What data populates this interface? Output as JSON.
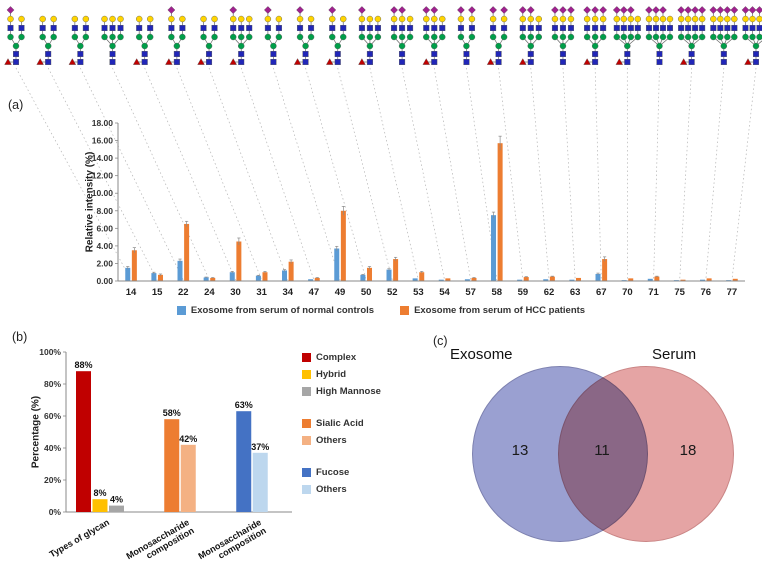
{
  "panel_labels": {
    "a": "(a)",
    "b": "(b)",
    "c": "(c)"
  },
  "glycans": {
    "colors": {
      "mannose": "#009e49",
      "galactose": "#ffd400",
      "glcnac": "#2126b8",
      "sialic_acid": "#a0218f",
      "fucose": "#c00000"
    },
    "structures": [
      {
        "antennae": 2,
        "sialic": 1,
        "fucose": 1
      },
      {
        "antennae": 2,
        "sialic": 0,
        "fucose": 1
      },
      {
        "antennae": 2,
        "sialic": 0,
        "fucose": 1
      },
      {
        "antennae": 3,
        "sialic": 0,
        "fucose": 0
      },
      {
        "antennae": 2,
        "sialic": 0,
        "fucose": 1
      },
      {
        "antennae": 2,
        "sialic": 1,
        "fucose": 1
      },
      {
        "antennae": 2,
        "sialic": 0,
        "fucose": 1
      },
      {
        "antennae": 3,
        "sialic": 1,
        "fucose": 1
      },
      {
        "antennae": 2,
        "sialic": 1,
        "fucose": 0
      },
      {
        "antennae": 2,
        "sialic": 1,
        "fucose": 1
      },
      {
        "antennae": 2,
        "sialic": 1,
        "fucose": 1
      },
      {
        "antennae": 3,
        "sialic": 1,
        "fucose": 1
      },
      {
        "antennae": 3,
        "sialic": 2,
        "fucose": 0
      },
      {
        "antennae": 3,
        "sialic": 2,
        "fucose": 1
      },
      {
        "antennae": 2,
        "sialic": 2,
        "fucose": 0
      },
      {
        "antennae": 2,
        "sialic": 2,
        "fucose": 1
      },
      {
        "antennae": 3,
        "sialic": 2,
        "fucose": 1
      },
      {
        "antennae": 3,
        "sialic": 3,
        "fucose": 0
      },
      {
        "antennae": 3,
        "sialic": 3,
        "fucose": 1
      },
      {
        "antennae": 4,
        "sialic": 3,
        "fucose": 1
      },
      {
        "antennae": 4,
        "sialic": 3,
        "fucose": 0
      },
      {
        "antennae": 4,
        "sialic": 4,
        "fucose": 1
      },
      {
        "antennae": 4,
        "sialic": 4,
        "fucose": 0
      },
      {
        "antennae": 4,
        "sialic": 4,
        "fucose": 1
      }
    ]
  },
  "chart_data": [
    {
      "id": "panel_a",
      "type": "bar",
      "title": "",
      "xlabel": "",
      "ylabel": "Relative intensity (%)",
      "ylim": [
        0,
        18
      ],
      "ytick_step": 2,
      "ytick_labels": [
        "0.00",
        "2.00",
        "4.00",
        "6.00",
        "8.00",
        "10.00",
        "12.00",
        "14.00",
        "16.00",
        "18.00"
      ],
      "grid": false,
      "legend_position": "bottom",
      "categories": [
        "14",
        "15",
        "22",
        "24",
        "30",
        "31",
        "34",
        "47",
        "49",
        "50",
        "52",
        "53",
        "54",
        "57",
        "58",
        "59",
        "62",
        "63",
        "67",
        "70",
        "71",
        "75",
        "76",
        "77"
      ],
      "series": [
        {
          "name": "Exosome from serum of normal controls",
          "color": "#5b9bd5",
          "values": [
            1.5,
            0.9,
            2.3,
            0.4,
            1.0,
            0.6,
            1.2,
            0.2,
            3.7,
            0.7,
            1.3,
            0.3,
            0.15,
            0.2,
            7.5,
            0.15,
            0.2,
            0.15,
            0.8,
            0.1,
            0.25,
            0.1,
            0.15,
            0.1
          ],
          "errors": [
            0.15,
            0.1,
            0.2,
            0.05,
            0.1,
            0.05,
            0.1,
            0,
            0.25,
            0.05,
            0.1,
            0,
            0,
            0,
            0.35,
            0,
            0,
            0,
            0.1,
            0,
            0,
            0,
            0,
            0
          ]
        },
        {
          "name": "Exosome from serum of HCC patients",
          "color": "#ed7d31",
          "values": [
            3.5,
            0.7,
            6.5,
            0.35,
            4.5,
            1.0,
            2.2,
            0.35,
            8.0,
            1.5,
            2.5,
            1.0,
            0.3,
            0.35,
            15.7,
            0.45,
            0.5,
            0.35,
            2.5,
            0.3,
            0.5,
            0.15,
            0.3,
            0.25
          ],
          "errors": [
            0.3,
            0.1,
            0.3,
            0.05,
            0.4,
            0.1,
            0.2,
            0.05,
            0.5,
            0.15,
            0.2,
            0.1,
            0,
            0.05,
            0.8,
            0.05,
            0.05,
            0,
            0.25,
            0,
            0.05,
            0,
            0,
            0
          ]
        }
      ]
    },
    {
      "id": "panel_b",
      "type": "bar",
      "title": "",
      "xlabel": "",
      "ylabel": "Percentage (%)",
      "ylim": [
        0,
        100
      ],
      "ytick_step": 20,
      "ytick_labels": [
        "0%",
        "20%",
        "40%",
        "60%",
        "80%",
        "100%"
      ],
      "grid": false,
      "legend_position": "right",
      "groups": [
        {
          "label": "Types of glycan",
          "bars": [
            {
              "name": "Complex",
              "value": 88,
              "label": "88%",
              "color": "#c00000"
            },
            {
              "name": "Hybrid",
              "value": 8,
              "label": "8%",
              "color": "#ffc000"
            },
            {
              "name": "High Mannose",
              "value": 4,
              "label": "4%",
              "color": "#a6a6a6"
            }
          ]
        },
        {
          "label": "Monosaccharide\ncomposition",
          "bars": [
            {
              "name": "Sialic Acid",
              "value": 58,
              "label": "58%",
              "color": "#ed7d31"
            },
            {
              "name": "Others",
              "value": 42,
              "label": "42%",
              "color": "#f4b183"
            }
          ]
        },
        {
          "label": "Monosaccharide\ncomposition",
          "bars": [
            {
              "name": "Fucose",
              "value": 63,
              "label": "63%",
              "color": "#4472c4"
            },
            {
              "name": "Others",
              "value": 37,
              "label": "37%",
              "color": "#bdd7ee"
            }
          ]
        }
      ],
      "legend": [
        {
          "items": [
            {
              "label": "Complex",
              "color": "#c00000"
            },
            {
              "label": "Hybrid",
              "color": "#ffc000"
            },
            {
              "label": "High Mannose",
              "color": "#a6a6a6"
            }
          ]
        },
        {
          "items": [
            {
              "label": "Sialic Acid",
              "color": "#ed7d31"
            },
            {
              "label": "Others",
              "color": "#f4b183"
            }
          ]
        },
        {
          "items": [
            {
              "label": "Fucose",
              "color": "#4472c4"
            },
            {
              "label": "Others",
              "color": "#bdd7ee"
            }
          ]
        }
      ]
    },
    {
      "id": "panel_c",
      "type": "venn",
      "sets": [
        {
          "label": "Exosome",
          "value": "13",
          "color": "#8f96cc"
        },
        {
          "label": "Serum",
          "value": "18",
          "color": "#e39a9a"
        }
      ],
      "overlap": "11"
    }
  ]
}
